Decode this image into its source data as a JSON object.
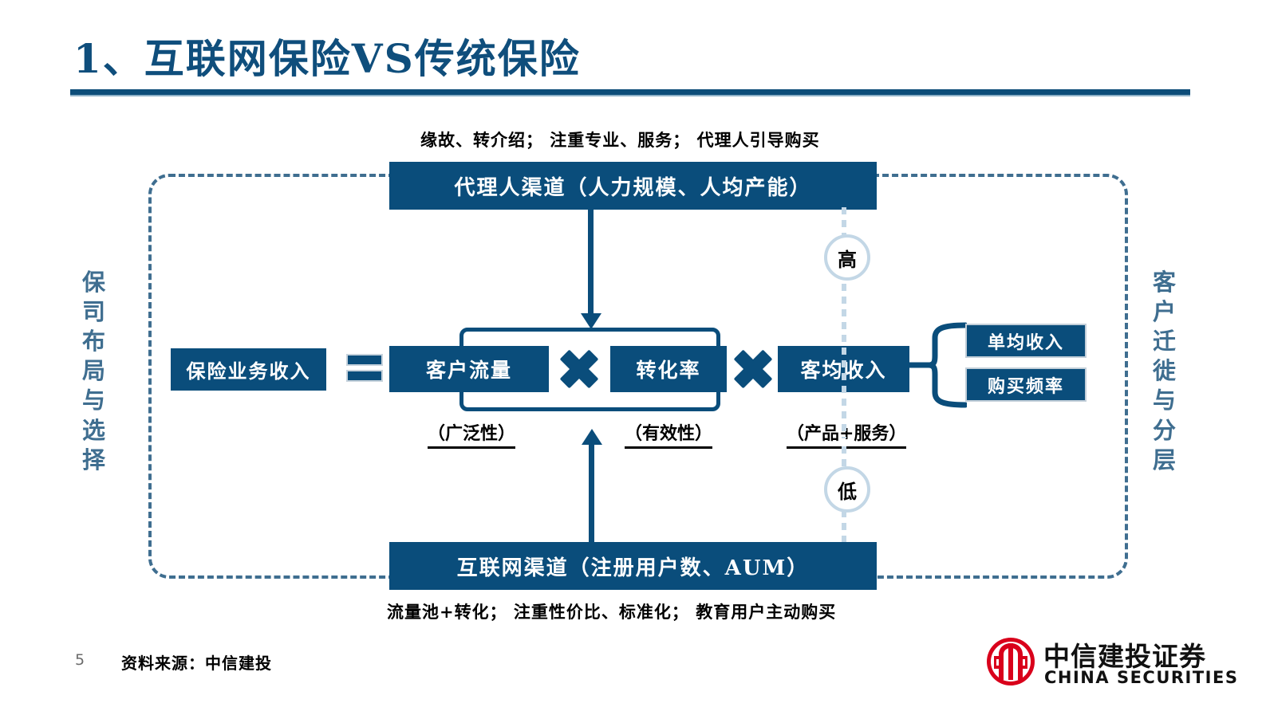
{
  "slide": {
    "title": "1、互联网保险VS传统保险",
    "page_number": "5",
    "source": "资料来源：中信建投"
  },
  "frames": {
    "left_label": "保司布局与选择",
    "right_label": "客户迁徙与分层"
  },
  "channels": {
    "agent": {
      "caption": "缘故、转介绍； 注重专业、服务； 代理人引导购买",
      "box": "代理人渠道（人力规模、人均产能）"
    },
    "internet": {
      "box": "互联网渠道（注册用户数、AUM）",
      "caption": "流量池+转化； 注重性价比、标准化； 教育用户主动购买"
    }
  },
  "formula": {
    "revenue": "保险业务收入",
    "equals_symbol": "=",
    "traffic": "客户流量",
    "traffic_note": "（广泛性）",
    "multiply_symbol_1": "×",
    "conversion": "转化率",
    "conversion_note": "（有效性）",
    "multiply_symbol_2": "×",
    "arpu": "客均收入",
    "arpu_note": "（产品+服务）",
    "arpu_children": [
      {
        "label": "单均收入"
      },
      {
        "label": "购买频率"
      }
    ]
  },
  "scale_axis": {
    "high": "高",
    "low": "低"
  },
  "logo": {
    "cn": "中信建投证券",
    "en": "CHINA SECURITIES"
  },
  "colors": {
    "brand_blue": "#0a4d7b",
    "frame_blue": "#3f6e90",
    "axis_light_blue": "#c3d7e6",
    "logo_red": "#d9001b"
  }
}
